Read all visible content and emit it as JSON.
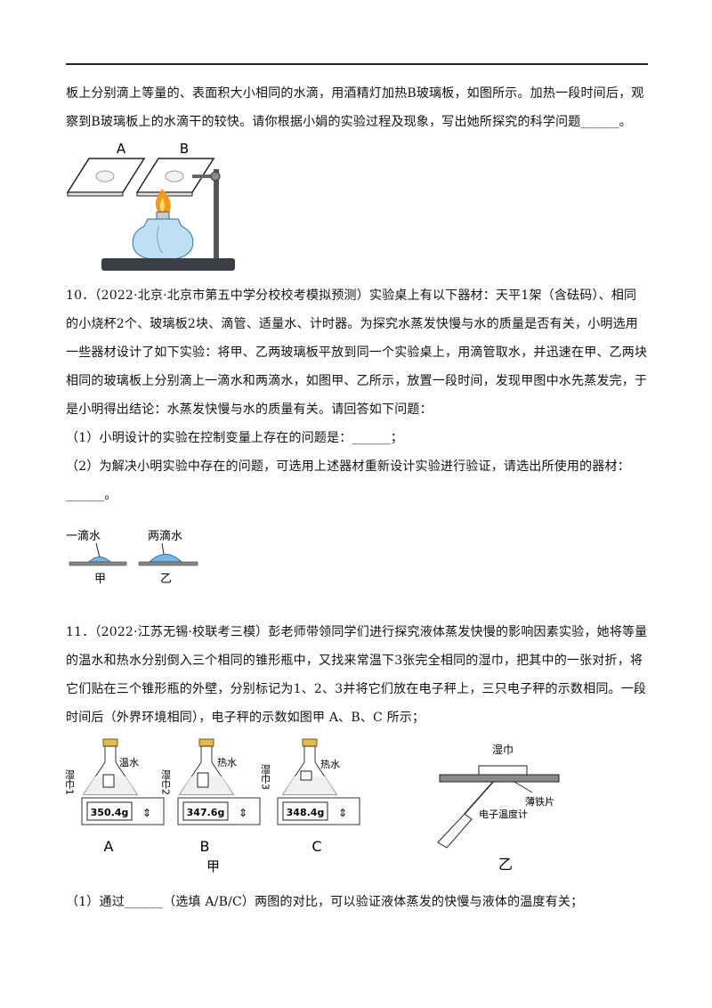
{
  "q9": {
    "lines": [
      "板上分别滴上等量的、表面积大小相同的水滴，用酒精灯加热B玻璃板，如图所示。加热一段时间后，观",
      "察到B玻璃板上的水滴干的较快。请你根据小娟的实验过程及现象，写出她所探究的科学问题______。"
    ],
    "fig_labels": {
      "a": "A",
      "b": "B"
    }
  },
  "q10": {
    "lines": [
      "10．（2022·北京·北京市第五中学分校校考模拟预测）实验桌上有以下器材：天平1架（含砝码）、相同",
      "的小烧杯2个、玻璃板2块、滴管、适量水、计时器。为探究水蒸发快慢与水的质量是否有关，小明选用",
      "一些器材设计了如下实验：将甲、乙两玻璃板平放到同一个实验桌上，用滴管取水，并迅速在甲、乙两块",
      "相同的玻璃板上分别滴上一滴水和两滴水，如图甲、乙所示，放置一段时间，发现甲图中水先蒸发完，于",
      "是小明得出结论：水蒸发快慢与水的质量有关。请回答如下问题：",
      "（1）小明设计的实验在控制变量上存在的问题是：______；",
      "（2）为解决小明实验中存在的问题，可选用上述器材重新设计实验进行验证，请选出所使用的器材：",
      "______。"
    ],
    "fig_labels": {
      "one_drop": "一滴水",
      "two_drops": "两滴水",
      "jia": "甲",
      "yi": "乙"
    }
  },
  "q11": {
    "lines": [
      "11．（2022·江苏无锡·校联考三模）彭老师带领同学们进行探究液体蒸发快慢的影响因素实验，她将等量",
      "的温水和热水分别倒入三个相同的锥形瓶中，又找来常温下3张完全相同的湿巾，把其中的一张对折，将",
      "它们贴在三个锥形瓶的外壁，分别标记为1、2、3并将它们放在电子秤上，三只电子秤的示数相同。一段",
      "时间后（外界环境相同），电子秤的示数如图甲 A、B、C 所示；"
    ],
    "flasks": [
      {
        "towel": "湿巾1",
        "water": "温水",
        "reading": "350.4g",
        "label": "A"
      },
      {
        "towel": "湿巾2",
        "water": "热水",
        "reading": "347.6g",
        "label": "B"
      },
      {
        "towel": "湿巾3",
        "water": "热水",
        "reading": "348.4g",
        "label": "C"
      }
    ],
    "group_label_jia": "甲",
    "fig_yi": {
      "towel": "湿巾",
      "plate": "薄铁片",
      "thermometer": "电子温度计",
      "label": "乙"
    },
    "sub1": "（1）通过______（选填 A/B/C）两图的对比，可以验证液体蒸发的快慢与液体的温度有关；"
  }
}
